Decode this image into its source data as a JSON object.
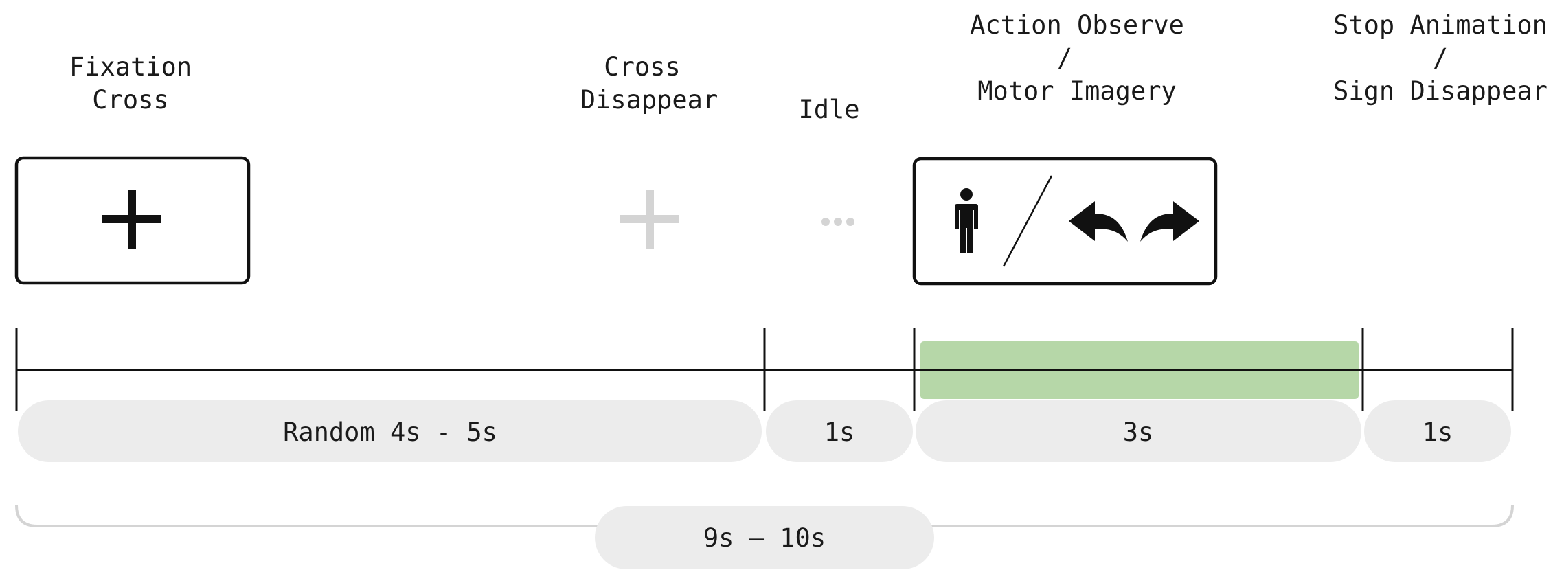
{
  "phases": [
    {
      "title_lines": [
        "Fixation",
        "Cross"
      ],
      "duration": "Random 4s - 5s"
    },
    {
      "title_lines": [
        "Cross",
        "Disappear"
      ],
      "duration": ""
    },
    {
      "title_lines": [
        "Idle"
      ],
      "duration": "1s"
    },
    {
      "title_lines": [
        "Action Observe",
        "/",
        "Motor Imagery"
      ],
      "duration": "3s"
    },
    {
      "title_lines": [
        "Stop Animation",
        "/",
        "Sign Disappear"
      ],
      "duration": "1s"
    }
  ],
  "total_duration": "9s – 10s",
  "colors": {
    "stroke": "#111111",
    "pill_fill": "#ececec",
    "active_bar": "#b6d7a8",
    "faded_icon": "#d4d4d4"
  },
  "icons": [
    "fixation-cross-icon",
    "faded-cross-icon",
    "ellipsis-icon",
    "person-icon",
    "left-turn-arrow-icon",
    "right-turn-arrow-icon"
  ]
}
